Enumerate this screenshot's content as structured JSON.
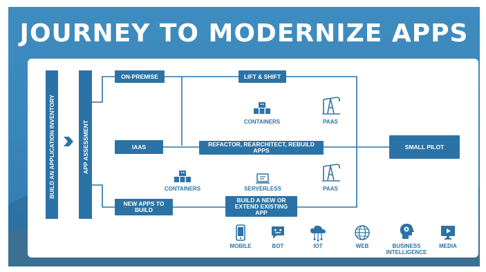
{
  "title": "JOURNEY TO MODERNIZE APPS",
  "left_bars": {
    "inventory": "BUILD AN APPLICATION INVENTORY",
    "assessment": "APP ASSESSMENT"
  },
  "boxes": {
    "on_premise": "ON-PREMISE",
    "lift_shift": "LIFT & SHIFT",
    "iaas": "IAAS",
    "refactor": "REFACTOR, REARCHITECT, REBUILD APPS",
    "small_pilot": "SMALL PILOT",
    "new_apps": "NEW APPS TO BUILD",
    "build_new": "BUILD A NEW OR EXTEND EXISTING APP"
  },
  "icon_labels": {
    "containers_top": "CONTAINERS",
    "paas_top": "PAAS",
    "containers_bottom": "CONTAINERS",
    "serverless": "SERVERLESS",
    "paas_bottom": "PAAS"
  },
  "endpoints": [
    {
      "label": "MOBILE",
      "icon": "mobile-phone-icon"
    },
    {
      "label": "BOT",
      "icon": "chat-bot-icon"
    },
    {
      "label": "IOT",
      "icon": "cloud-network-icon"
    },
    {
      "label": "WEB",
      "icon": "globe-icon"
    },
    {
      "label": "BUSINESS INTELLIGENCE",
      "icon": "head-gear-icon"
    },
    {
      "label": "MEDIA",
      "icon": "monitor-play-icon"
    }
  ],
  "colors": {
    "accent": "#2b73a6",
    "background": "#3a87bb",
    "panel": "#ffffff"
  }
}
